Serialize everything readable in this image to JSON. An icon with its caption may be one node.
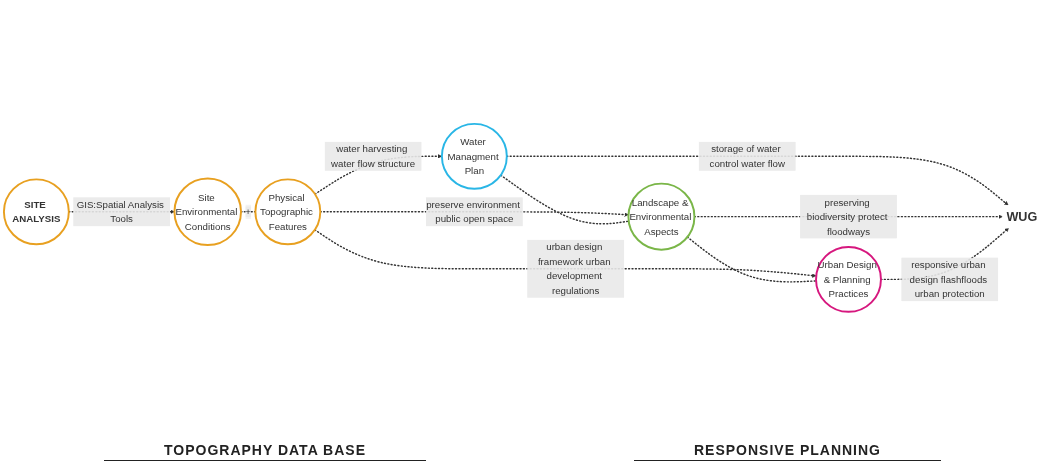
{
  "diagram": {
    "nodes": [
      {
        "text": [
          "SITE ANALYSIS"
        ]
      },
      {
        "text": [
          "Site Environmental Conditions"
        ]
      },
      {
        "text": [
          "Physical Topographic Features"
        ]
      },
      {
        "text": [
          "Water Managment Plan"
        ]
      },
      {
        "text": [
          "Landscape & Environmental Aspects"
        ]
      },
      {
        "text": [
          "Urban Design & Planning Practices"
        ]
      },
      {
        "text": [
          "WUG"
        ]
      }
    ],
    "edges": [
      {
        "from": 0,
        "to": 1,
        "arrow": "to",
        "label": "GIS:Spatial Analysis Tools"
      },
      {
        "from": 1,
        "to": 2,
        "arrow": "none",
        "label": "+"
      },
      {
        "from": 2,
        "to": 3,
        "arrow": "to",
        "label": "water harvesting water flow structure"
      },
      {
        "from": 2,
        "to": 4,
        "arrow": "to",
        "label": "preserve environment public open space"
      },
      {
        "from": 2,
        "to": 5,
        "arrow": "to",
        "label": "urban design framework urban development regulations"
      },
      {
        "from": 3,
        "to": 4,
        "arrow": "none"
      },
      {
        "from": 4,
        "to": 5,
        "arrow": "none"
      },
      {
        "from": 3,
        "to": 6,
        "arrow": "to",
        "label": "storage of water control water flow"
      },
      {
        "from": 4,
        "to": 6,
        "arrow": "to",
        "label": "preserving biodiversity protect floodways"
      },
      {
        "from": 5,
        "to": 6,
        "arrow": "to",
        "label": "responsive urban design flashfloods urban protection"
      }
    ],
    "labels": [
      "TOPOGRAPHY DATA BASE",
      "RESPONSIVE PLANNING"
    ]
  }
}
